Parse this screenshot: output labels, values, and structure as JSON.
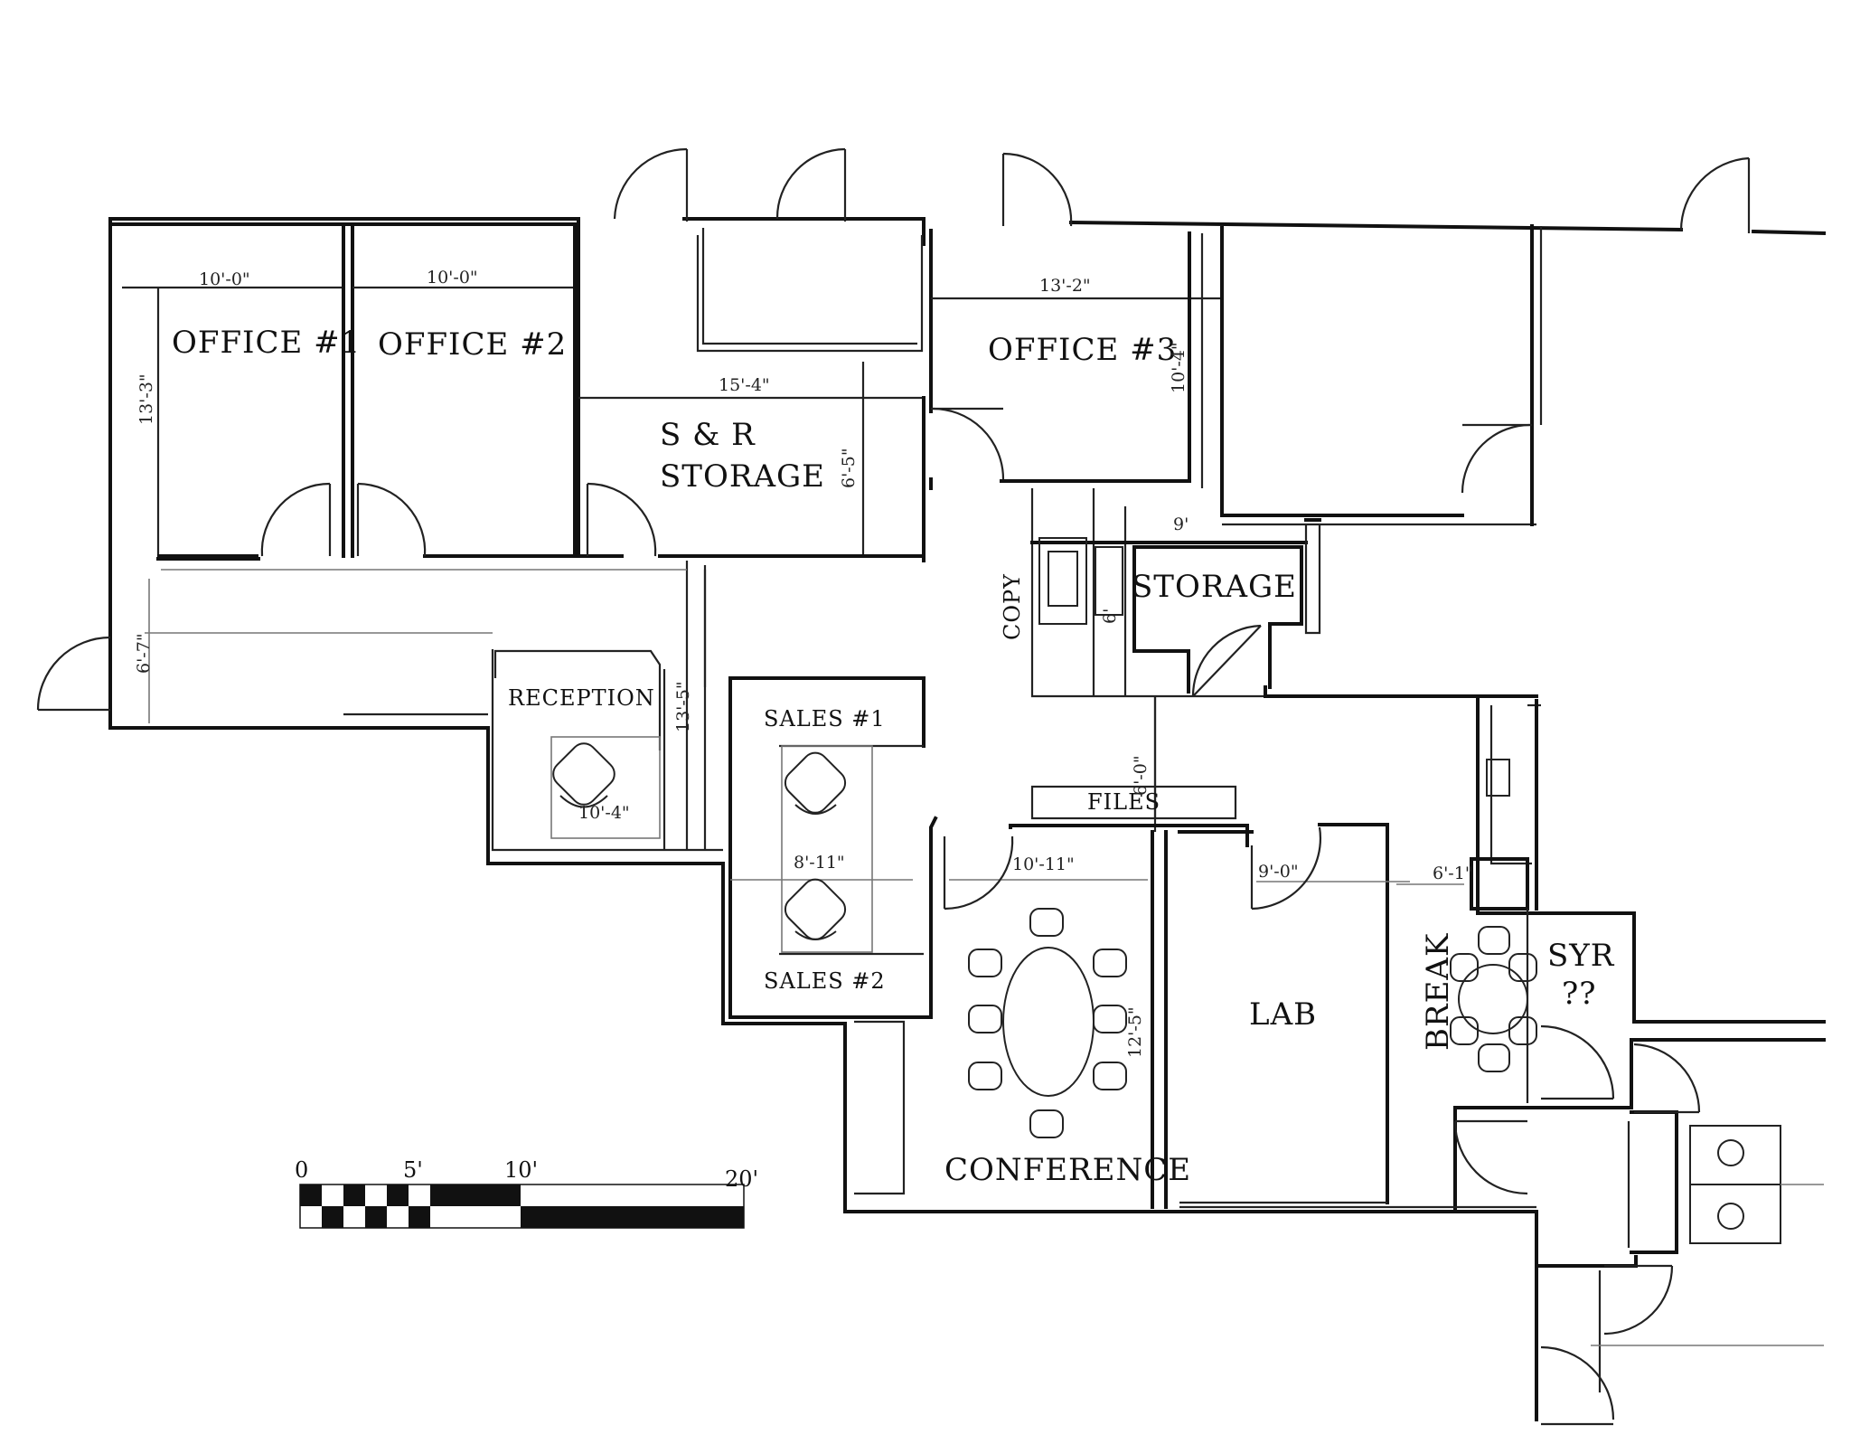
{
  "rooms": {
    "office1": "OFFICE #1",
    "office2": "OFFICE #2",
    "office3": "OFFICE #3",
    "sr_storage_line1": "S & R",
    "sr_storage_line2": "STORAGE",
    "storage": "STORAGE",
    "copy": "COPY",
    "reception": "RECEPTION",
    "sales1": "SALES #1",
    "sales2": "SALES #2",
    "files": "FILES",
    "conference": "CONFERENCE",
    "lab": "LAB",
    "break": "BREAK",
    "syr_line1": "SYR",
    "syr_line2": "??"
  },
  "dimensions": {
    "office1_width": "10'-0\"",
    "office2_width": "10'-0\"",
    "office1_depth": "13'-3\"",
    "office3_width": "13'-2\"",
    "office3_depth": "10'-4\"",
    "sr_width": "15'-4\"",
    "sr_depth": "6'-5\"",
    "storage_width": "9'",
    "storage_depth": "6'",
    "corridor": "6'-7\"",
    "reception_width": "10'-4\"",
    "reception_depth": "13'-5\"",
    "sales_width": "8'-11\"",
    "conference_width": "10'-11\"",
    "conference_depth": "12'-5\"",
    "lab_width": "9'-0\"",
    "break_width": "6'-1\"",
    "files_gap": "6'-0\""
  },
  "scale": {
    "ticks": [
      "0",
      "5'",
      "10'",
      "20'"
    ]
  }
}
